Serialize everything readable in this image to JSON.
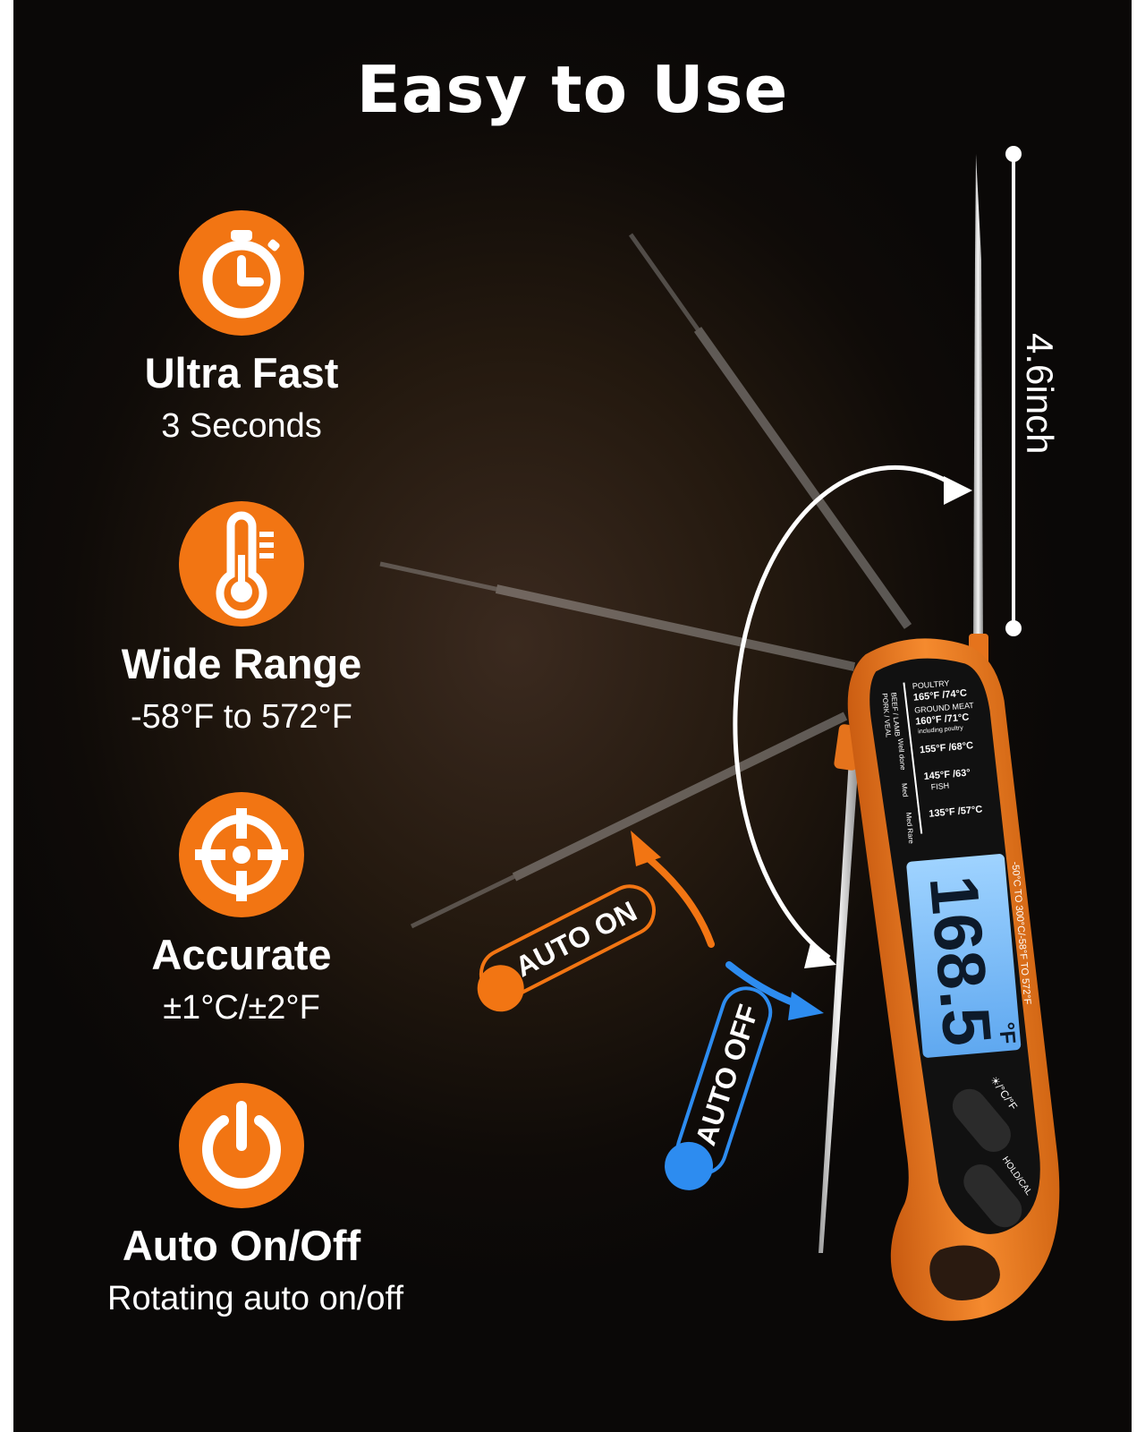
{
  "title": "Easy to Use",
  "features": [
    {
      "icon": "stopwatch-icon",
      "name": "Ultra Fast",
      "desc": "3 Seconds"
    },
    {
      "icon": "thermometer-icon",
      "name": "Wide Range",
      "desc": "-58°F to 572°F"
    },
    {
      "icon": "crosshair-icon",
      "name": "Accurate",
      "desc": "±1°C/±2°F"
    },
    {
      "icon": "power-icon",
      "name": "Auto On/Off",
      "desc": "Rotating auto on/off"
    }
  ],
  "probe_length": "4.6inch",
  "auto_on": "AUTO ON",
  "auto_off": "AUTO OFF",
  "device": {
    "display_reading": "168.5",
    "display_unit": "°F",
    "range_text": "-50°C TO 300°C/-58°F TO 572°F",
    "button_light_unit": "☀/°C/°F",
    "button_hold_cal": "HOLD/CAL",
    "chart": {
      "side_label_1": "BEEF / LAMB",
      "side_label_2": "PORK / VEAL",
      "doneness": [
        "Well done",
        "Med",
        "Med Rare"
      ],
      "entries": [
        {
          "label": "POULTRY",
          "temp": "165°F /74°C"
        },
        {
          "label": "GROUND MEAT",
          "temp": "160°F /71°C",
          "note": "including poultry"
        },
        {
          "temp": "155°F /68°C"
        },
        {
          "temp": "145°F /63°",
          "note": "FISH"
        },
        {
          "temp": "135°F /57°C"
        }
      ]
    }
  },
  "colors": {
    "accent": "#f27513",
    "blue": "#2d8cf0",
    "background": "#1a130d"
  }
}
